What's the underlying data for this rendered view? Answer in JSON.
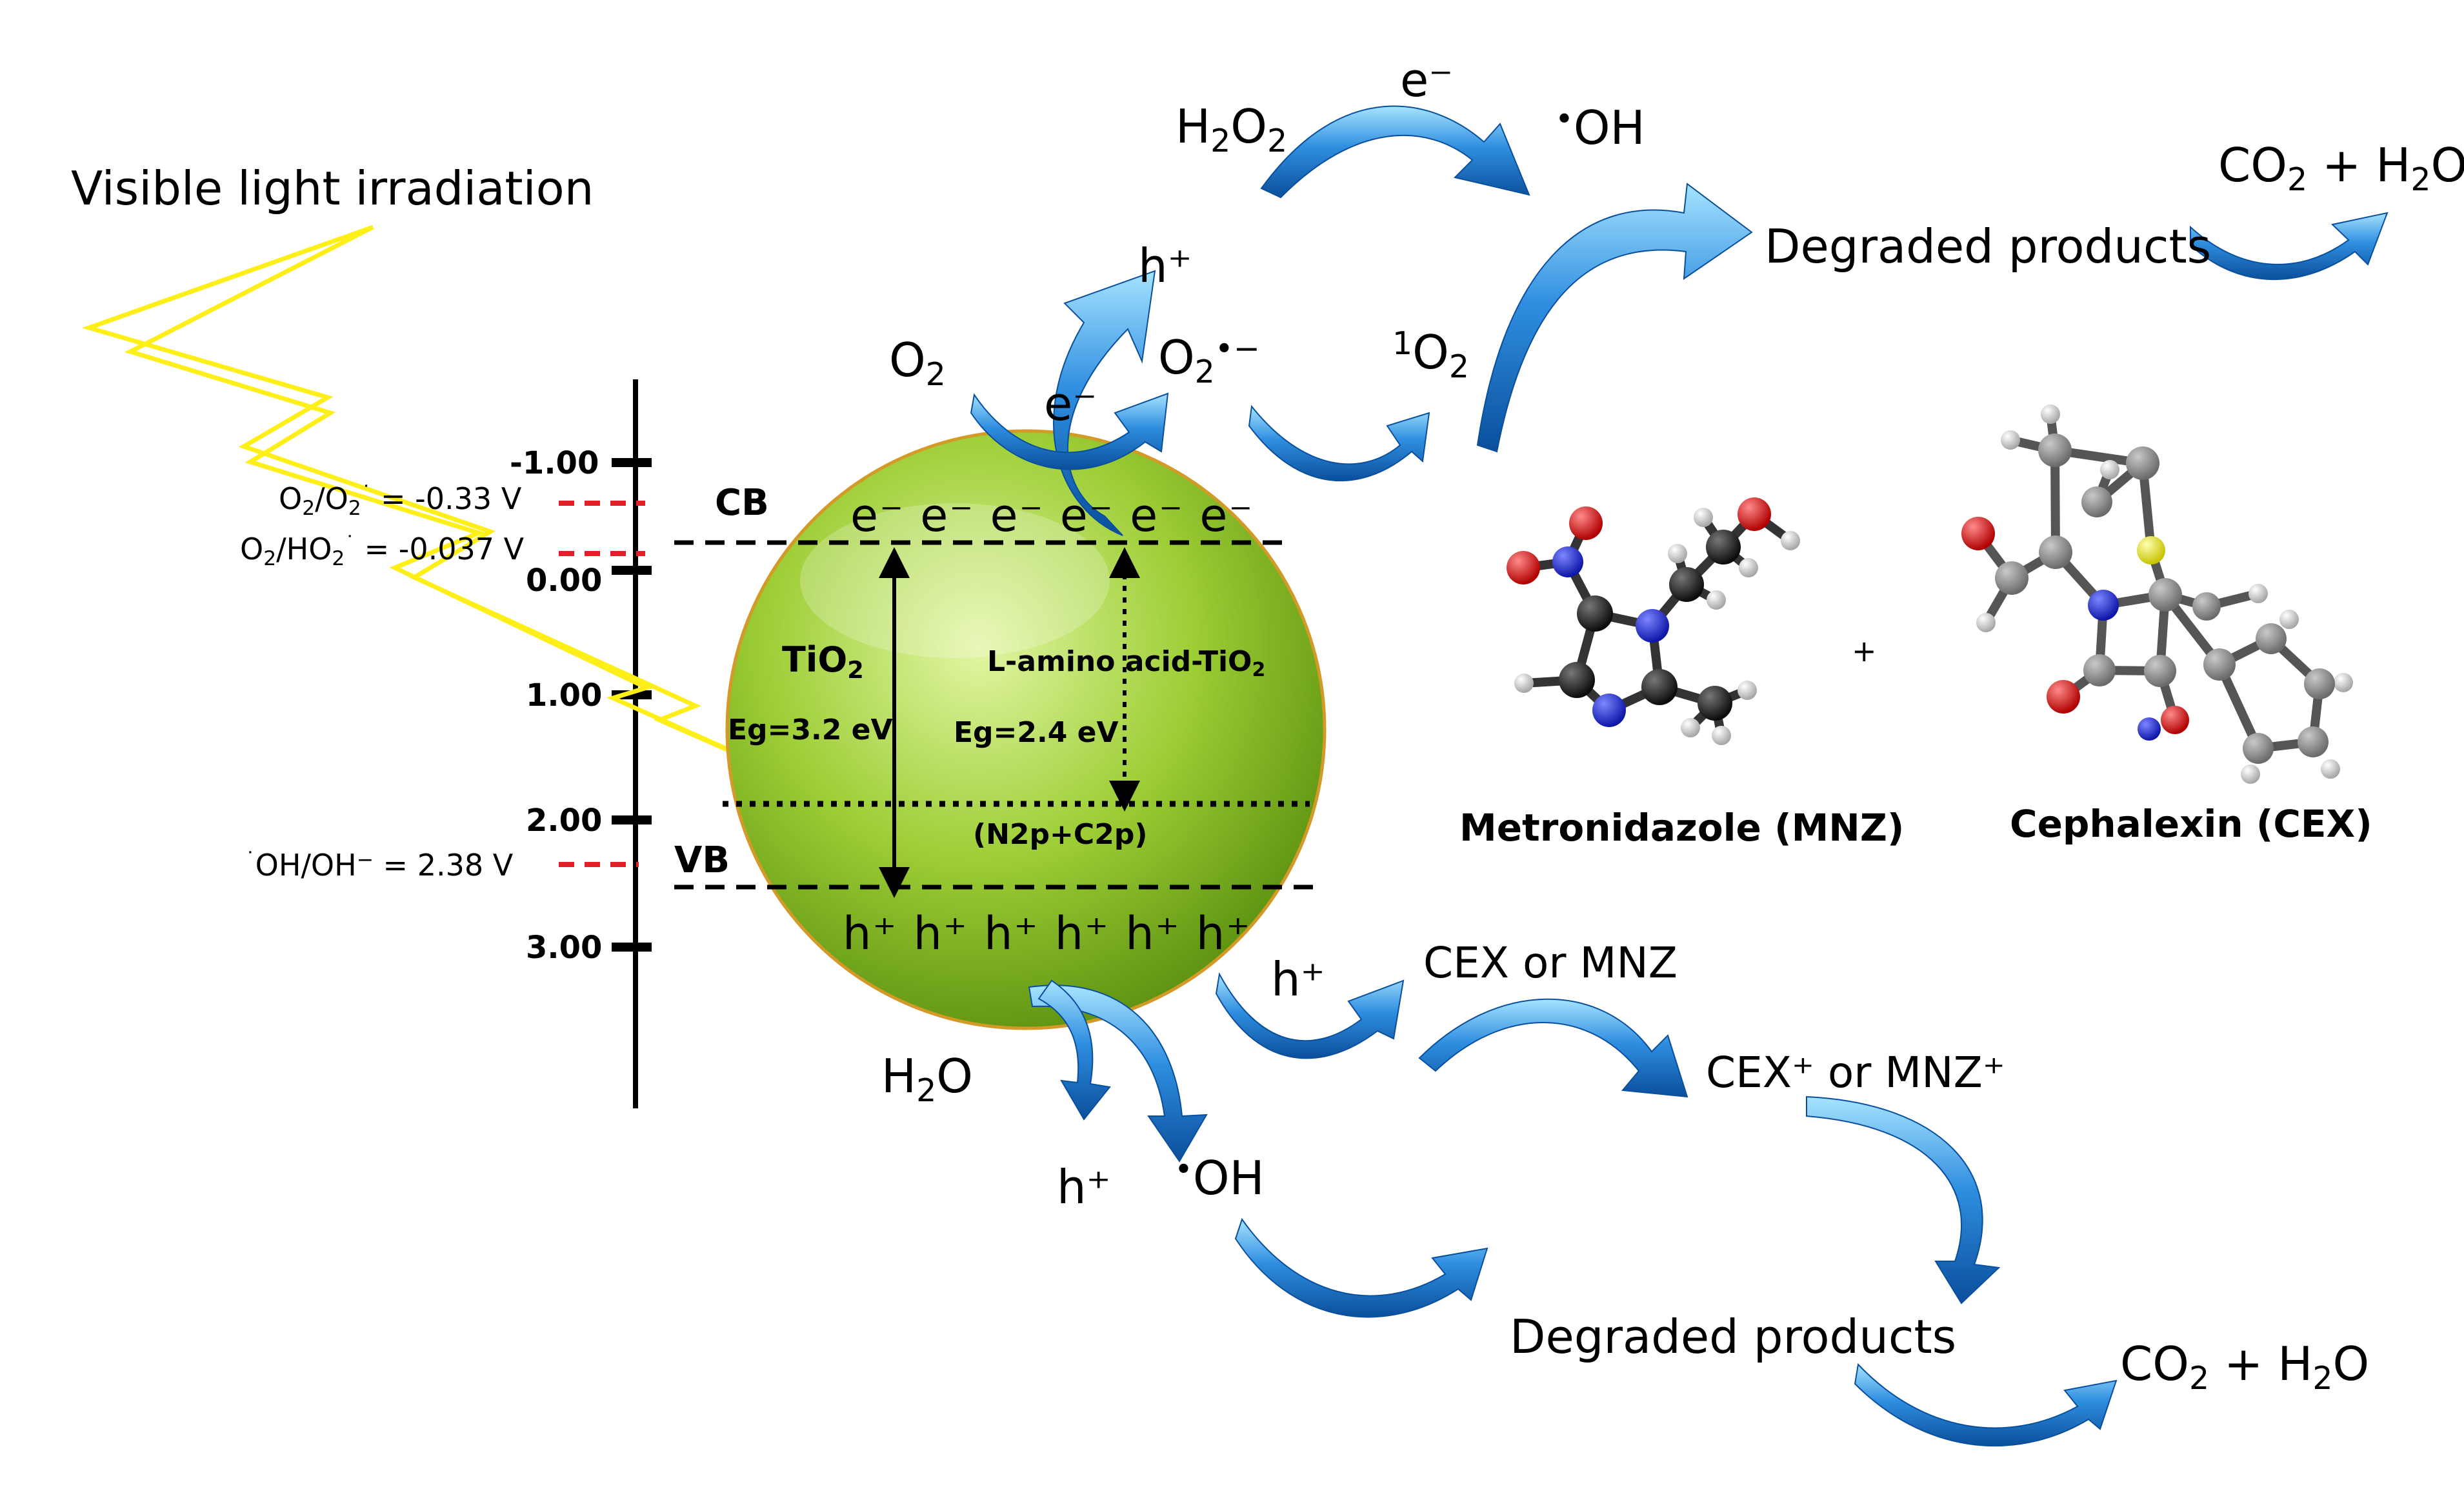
{
  "light_label": "Visible light irradiation",
  "axis_ticks": [
    "-1.00",
    "0.00",
    "1.00",
    "2.00",
    "3.00"
  ],
  "band_labels": {
    "cb": "CB",
    "vb": "VB"
  },
  "potentials": {
    "o2_superoxide": {
      "a": "O",
      "b": "2",
      "c": "/O",
      "d": "2",
      "e": "˙",
      "f": " = -0.33 V"
    },
    "o2_ho2": {
      "a": "O",
      "b": "2",
      "c": "/HO",
      "d": "2",
      "e": "˙",
      "f": " = -0.037 V"
    },
    "oh": {
      "a": "˙",
      "b": "OH/OH",
      "c": "−",
      "d": " = 2.38 V"
    }
  },
  "particle": {
    "tio2": {
      "main": "TiO",
      "sub": "2"
    },
    "tio2_eg": "Eg=3.2 eV",
    "amino": {
      "main": "L-amino acid-TiO",
      "sub": "2"
    },
    "amino_eg": "Eg=2.4 eV",
    "intermediate": "(N2p+C2p)",
    "electrons": "e⁻ e⁻ e⁻ e⁻ e⁻ e⁻",
    "holes": "h⁺ h⁺ h⁺ h⁺ h⁺ h⁺"
  },
  "species": {
    "h2o2": {
      "main": "H",
      "s1": "2",
      "m2": "O",
      "s2": "2"
    },
    "e_top": "e⁻",
    "oh_top": {
      "dot": "•",
      "main": "OH"
    },
    "h_plus_top": "h⁺",
    "o2": {
      "main": "O",
      "sub": "2"
    },
    "e_mid": "e⁻",
    "superoxide": {
      "main": "O",
      "sub": "2",
      "sup": "•−"
    },
    "singlet": {
      "sup": "1",
      "main": "O",
      "sub": "2"
    },
    "degraded_top": "Degraded products",
    "co2_top": {
      "a": "CO",
      "b": "2",
      "c": " + H",
      "d": "2",
      "e": "O"
    },
    "h_plus_vb": "h⁺",
    "cex_or_mnz": "CEX or MNZ",
    "cex_mnz_plus": "CEX⁺ or MNZ⁺",
    "h2o": {
      "main": "H",
      "sub": "2",
      "tail": "O"
    },
    "h_plus_low": "h⁺",
    "oh_low": {
      "dot": "•",
      "main": "OH"
    },
    "degraded_bottom": "Degraded products",
    "co2_bottom": {
      "a": "CO",
      "b": "2",
      "c": " + H",
      "d": "2",
      "e": "O"
    }
  },
  "molecules": {
    "mnz_label": "Metronidazole (MNZ)",
    "plus": "+",
    "cex_label": "Cephalexin (CEX)"
  },
  "colors": {
    "sphere_light": "#e2f6a4",
    "sphere_mid": "#9ccd34",
    "sphere_dark": "#5f9412",
    "arrow_light": "#9fe0ff",
    "arrow_dark": "#0a4f9c",
    "lightning": "#ffef19",
    "redox_marker": "#e01f26",
    "atom_carbon": "#1a1a1a",
    "atom_nitrogen": "#1b27d9",
    "atom_oxygen": "#e00a0a",
    "atom_hydrogen": "#dcdcdc",
    "atom_sulfur": "#f2ef2f"
  }
}
